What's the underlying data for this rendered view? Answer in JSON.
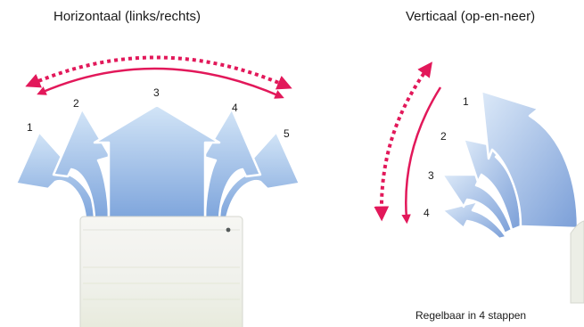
{
  "headings": {
    "horizontal": "Horizontaal (links/rechts)",
    "vertical": "Verticaal (op-en-neer)"
  },
  "horizontal_positions": [
    "1",
    "2",
    "3",
    "4",
    "5"
  ],
  "vertical_positions": [
    "1",
    "2",
    "3",
    "4"
  ],
  "caption": "Regelbaar in 4 stappen",
  "colors": {
    "arrow": "#e2185a",
    "airflow_light": "#c8ddf3",
    "airflow_dark": "#8fb3e4",
    "unit_body": "#f1f2ee"
  }
}
